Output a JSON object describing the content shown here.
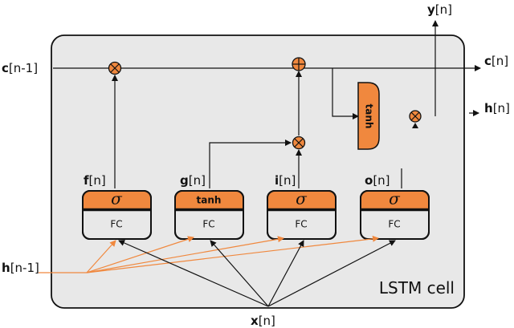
{
  "cell": {
    "title": "LSTM cell"
  },
  "inputs": {
    "c_prev": {
      "main": "c",
      "idx": "[n-1]"
    },
    "h_prev": {
      "main": "h",
      "idx": "[n-1]"
    },
    "x": {
      "main": "x",
      "idx": "[n]"
    }
  },
  "outputs": {
    "c": {
      "main": "c",
      "idx": "[n]"
    },
    "h": {
      "main": "h",
      "idx": "[n]"
    },
    "y": {
      "main": "y",
      "idx": "[n]"
    }
  },
  "gates": [
    {
      "main": "f",
      "idx": "[n]",
      "activation": "σ",
      "layer": "FC"
    },
    {
      "main": "g",
      "idx": "[n]",
      "activation": "tanh",
      "layer": "FC"
    },
    {
      "main": "i",
      "idx": "[n]",
      "activation": "σ",
      "layer": "FC"
    },
    {
      "main": "o",
      "idx": "[n]",
      "activation": "σ",
      "layer": "FC"
    }
  ],
  "output_activation": "tanh",
  "colors": {
    "accent": "#f0883e",
    "cell_bg": "#e8e8e8",
    "stroke": "#111111"
  }
}
